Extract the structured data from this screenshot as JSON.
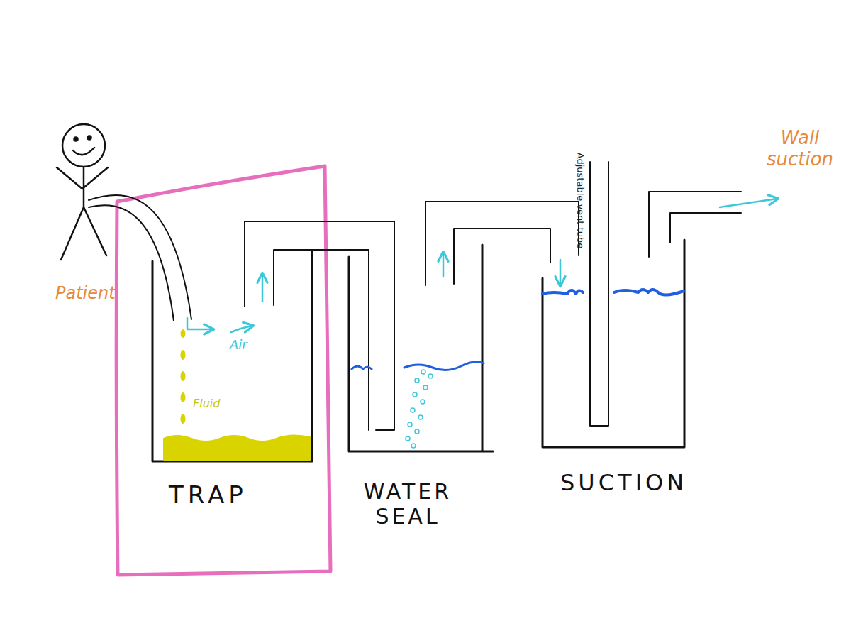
{
  "diagram": {
    "labels": [
      "Patient",
      "Air",
      "Fluid",
      "TRAP",
      "WATER SEAL",
      "SUCTION",
      "Adjustable vent tube",
      "Wall suction"
    ]
  }
}
